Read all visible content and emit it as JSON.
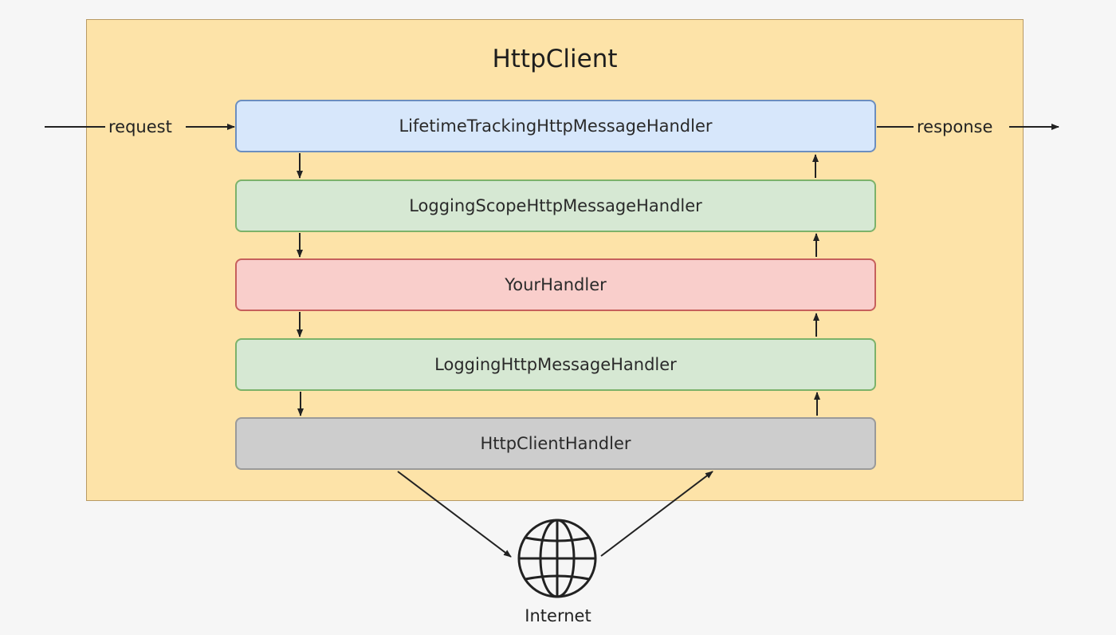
{
  "diagram": {
    "title": "HttpClient",
    "request_label": "request",
    "response_label": "response",
    "internet_label": "Internet",
    "handlers": [
      {
        "label": "LifetimeTrackingHttpMessageHandler",
        "color": "#d7e7fb"
      },
      {
        "label": "LoggingScopeHttpMessageHandler",
        "color": "#d6e8d3"
      },
      {
        "label": "YourHandler",
        "color": "#f9cecb"
      },
      {
        "label": "LoggingHttpMessageHandler",
        "color": "#d6e8d3"
      },
      {
        "label": "HttpClientHandler",
        "color": "#cdcdcd"
      }
    ],
    "container_color": "#fde3a8"
  }
}
